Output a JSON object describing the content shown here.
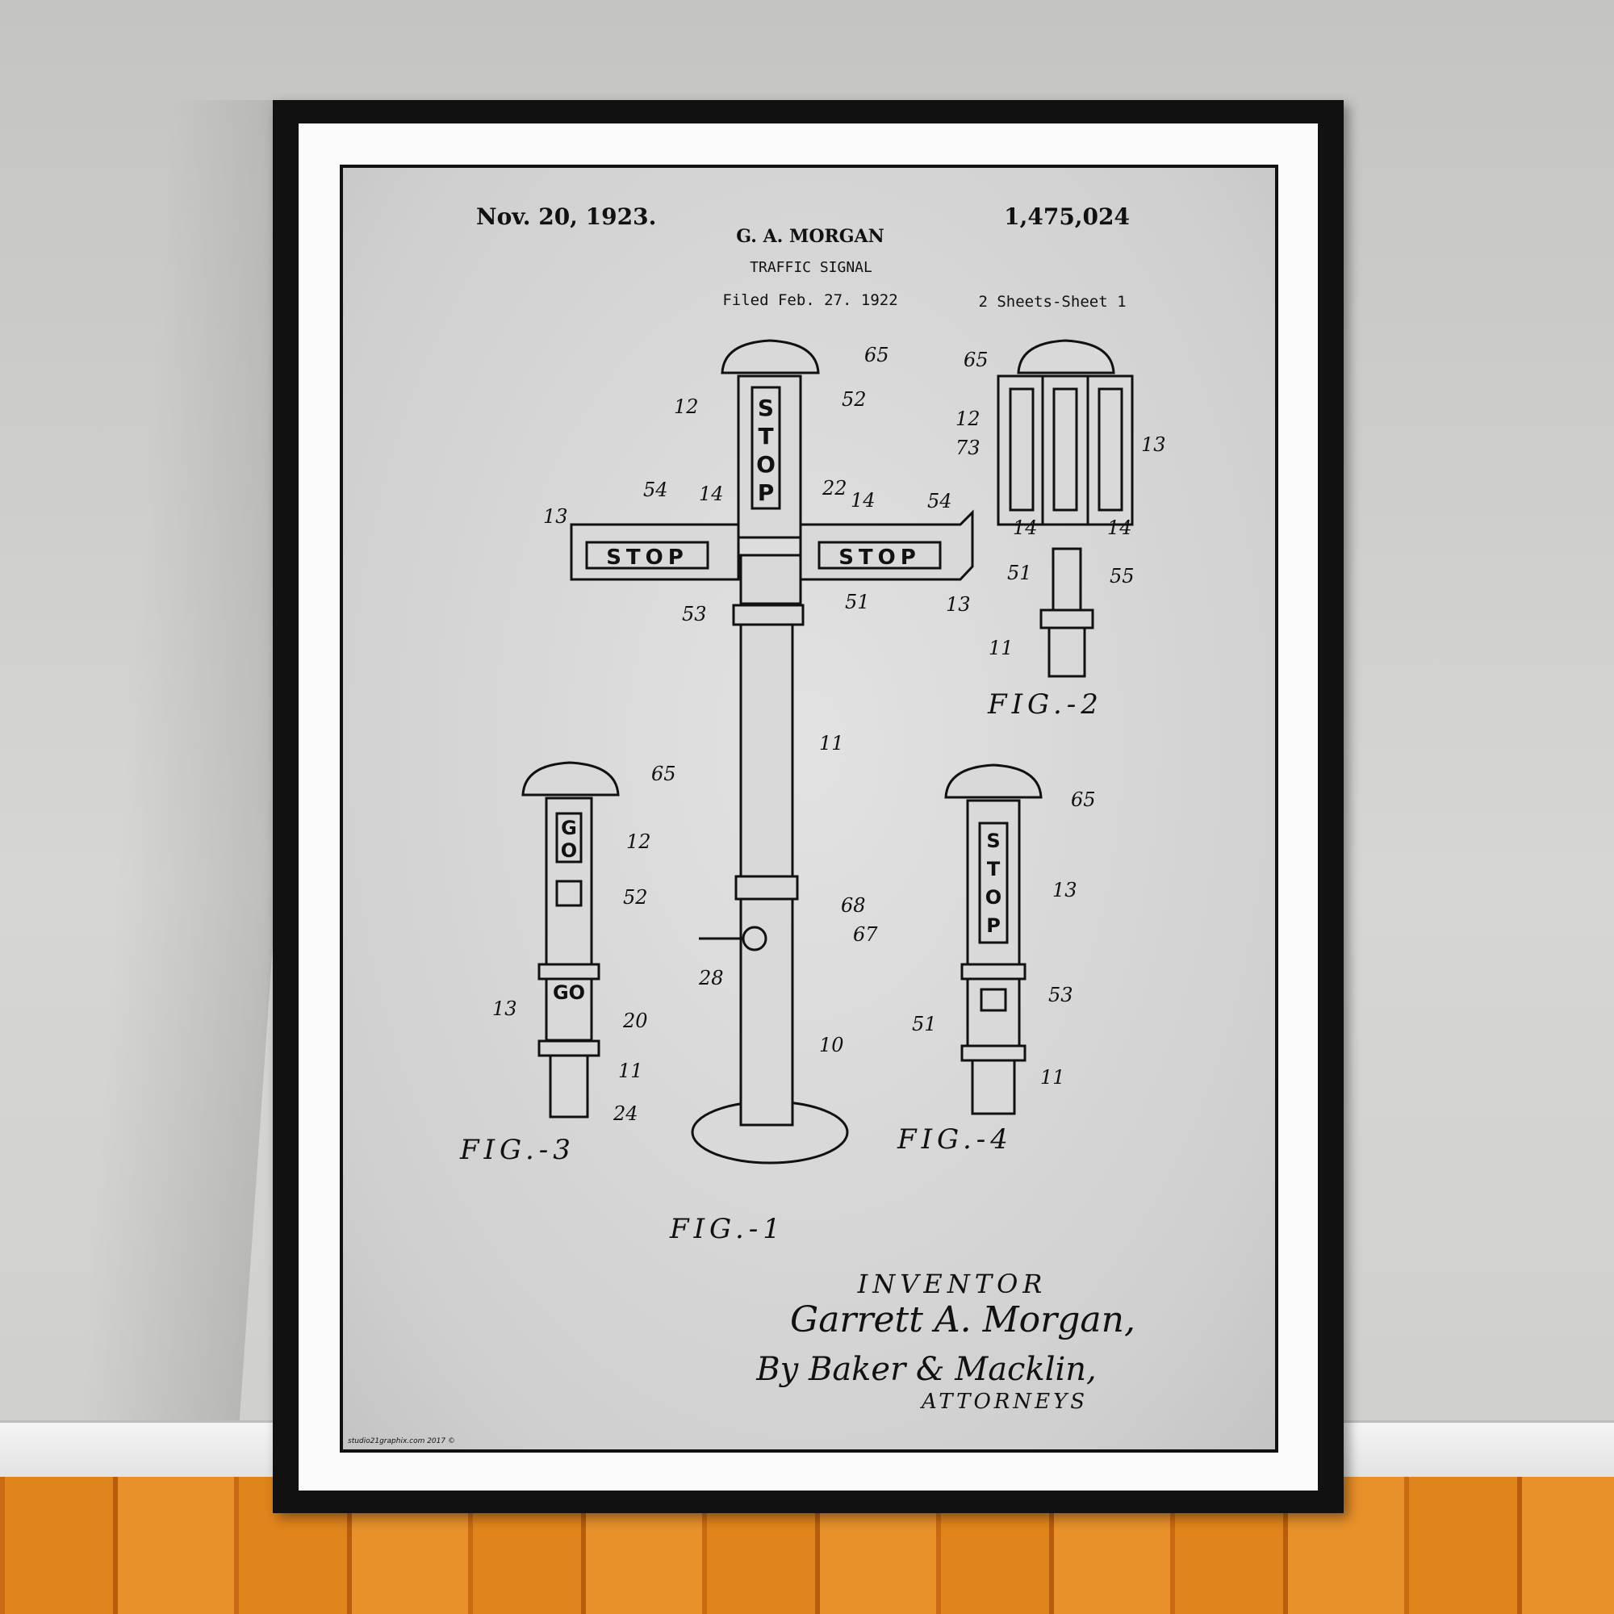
{
  "patent": {
    "date": "Nov. 20, 1923.",
    "number": "1,475,024",
    "inventor_name": "G. A. MORGAN",
    "title": "TRAFFIC SIGNAL",
    "filed": "Filed Feb. 27. 1922",
    "sheets": "2 Sheets-Sheet 1"
  },
  "signs": {
    "stop": "STOP",
    "go": "GO",
    "s": "S",
    "t": "T",
    "o": "O",
    "p": "P",
    "g": "G"
  },
  "fig1": {
    "caption": "FIG.-1",
    "labels": [
      "65",
      "12",
      "52",
      "54",
      "14",
      "22",
      "14",
      "54",
      "13",
      "53",
      "51",
      "13",
      "11",
      "68",
      "67",
      "28",
      "10"
    ]
  },
  "fig2": {
    "caption": "FIG.-2",
    "labels": [
      "65",
      "12",
      "73",
      "13",
      "14",
      "14",
      "51",
      "55",
      "11"
    ]
  },
  "fig3": {
    "caption": "FIG.-3",
    "labels": [
      "65",
      "12",
      "52",
      "13",
      "20",
      "11",
      "24"
    ]
  },
  "fig4": {
    "caption": "FIG.-4",
    "labels": [
      "65",
      "13",
      "53",
      "51",
      "11"
    ]
  },
  "signature": {
    "inventor_heading": "INVENTOR",
    "inventor": "Garrett A. Morgan,",
    "attorney": "By Baker & Macklin,",
    "attorneys_heading": "ATTORNEYS"
  },
  "copyright": "studio21graphix.com 2017 ©"
}
